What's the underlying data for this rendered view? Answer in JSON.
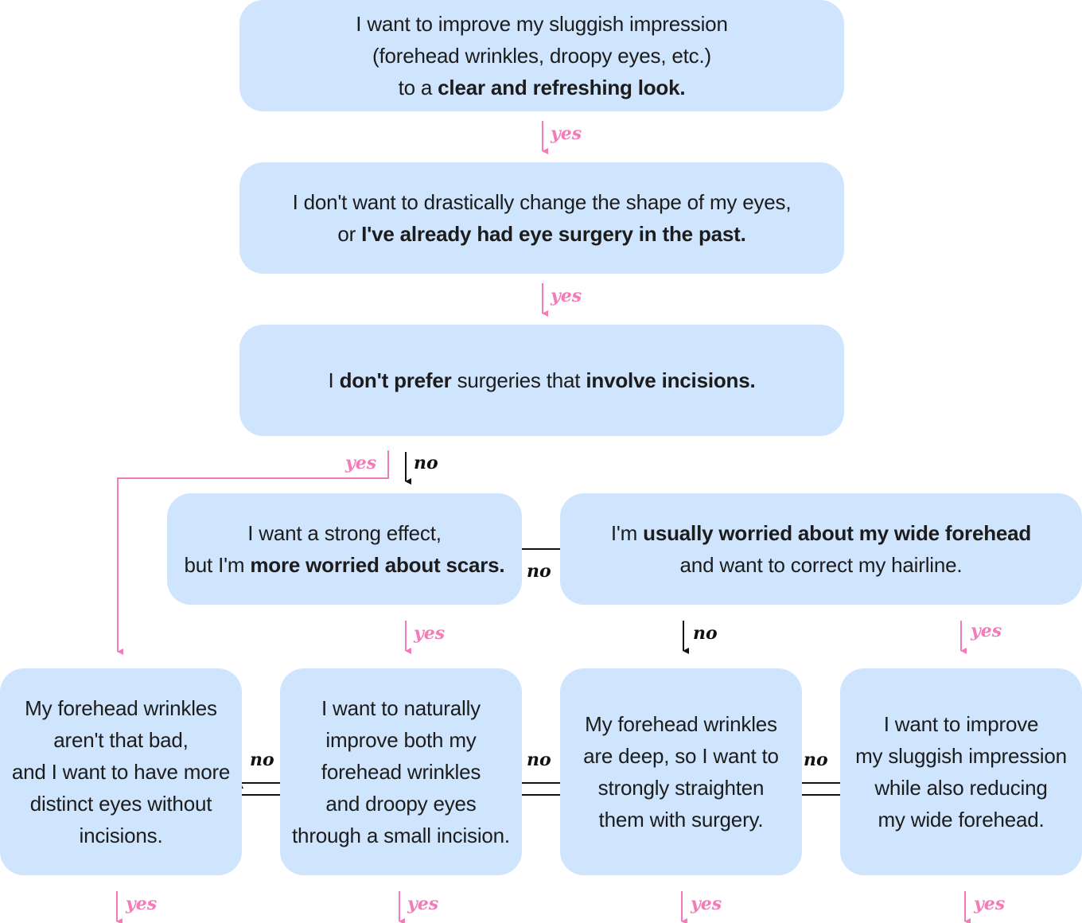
{
  "boxes": {
    "q1": {
      "l1": "I want to improve my sluggish impression",
      "l2": "(forehead wrinkles, droopy eyes, etc.)",
      "l3a": "to a ",
      "l3b": "clear and refreshing look."
    },
    "q2": {
      "l1": "I don't want to drastically change the shape of my eyes,",
      "l2a": "or ",
      "l2b": "I've already had eye surgery in the past."
    },
    "q3": {
      "a": "I ",
      "b": "don't prefer",
      "c": " surgeries that ",
      "d": "involve incisions."
    },
    "q4": {
      "l1": "I want a strong effect,",
      "l2a": "but I'm ",
      "l2b": "more worried about scars."
    },
    "q5": {
      "l1a": "I'm ",
      "l1b": "usually worried about my wide forehead",
      "l2": "and want to correct my hairline."
    },
    "r1": {
      "l1": "My forehead wrinkles",
      "l2": "aren't that bad,",
      "l3": "and I want to have more",
      "l4": "distinct eyes without",
      "l5": "incisions."
    },
    "r2": {
      "l1": "I want to naturally",
      "l2": "improve both my",
      "l3": "forehead wrinkles",
      "l4": "and droopy eyes",
      "l5": "through a small incision."
    },
    "r3": {
      "l1": "My forehead wrinkles",
      "l2": "are deep, so I want to",
      "l3": "strongly straighten",
      "l4": "them with surgery."
    },
    "r4": {
      "l1": "I want to improve",
      "l2": "my sluggish impression",
      "l3": "while also reducing",
      "l4": "my wide forehead."
    }
  },
  "labels": {
    "yes": "yes",
    "no": "no"
  },
  "colors": {
    "box": "#cfe4fd",
    "yes": "#f27bb8",
    "no": "#111111"
  }
}
